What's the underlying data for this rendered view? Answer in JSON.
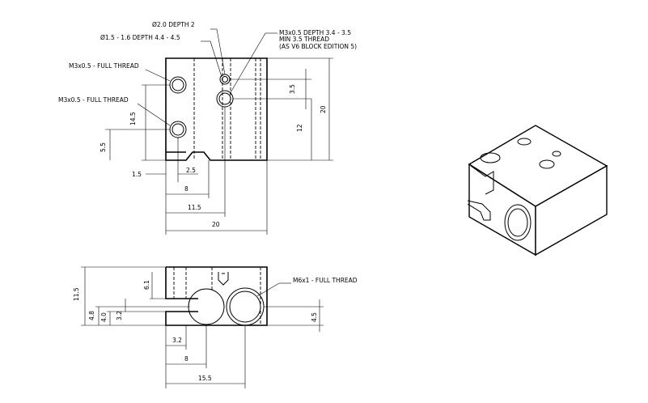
{
  "callouts": {
    "hole_small_depth": "Ø2.0 DEPTH 2",
    "hole_dia_depth": "Ø1.5 - 1.6 DEPTH 4.4 - 4.5",
    "m3_thread_top": "M3x0.5 - FULL THREAD",
    "m3_thread_bottom": "M3x0.5 - FULL THREAD",
    "m3_depth_line1": "M3x0.5 DEPTH 3.4 - 3.5",
    "m3_depth_line2": "MIN 3.5 THREAD",
    "m3_depth_line3": "(AS V6 BLOCK EDITION 5)",
    "m6_thread": "M6x1 - FULL THREAD"
  },
  "front_view_dims": {
    "d_14_5": "14.5",
    "d_5_5": "5.5",
    "d_1_5": "1.5",
    "d_2_5": "2.5",
    "d_8": "8",
    "d_11_5": "11.5",
    "d_20_bottom": "20",
    "d_3_5": "3.5",
    "d_12": "12",
    "d_20_right": "20"
  },
  "bottom_view_dims": {
    "d_11_5": "11.5",
    "d_6_1": "6.1",
    "d_4_8": "4.8",
    "d_4_0": "4.0",
    "d_3_2_vert": "3.2",
    "d_4_5": "4.5",
    "d_3_2_horiz": "3.2",
    "d_8": "8",
    "d_15_5": "15.5"
  }
}
